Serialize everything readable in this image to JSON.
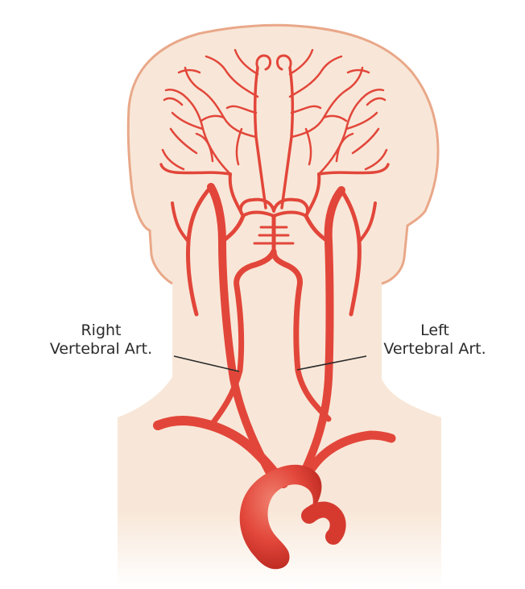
{
  "labels": {
    "right_vertebral": {
      "line1": "Right",
      "line2": "Vertebral Art."
    },
    "left_vertebral": {
      "line1": "Left",
      "line2": "Vertebral Art."
    }
  },
  "colors": {
    "skin_fill": "#f8e7d8",
    "skin_outline": "#e9a889",
    "artery": "#e2463a",
    "artery_dark": "#b8261e",
    "aorta_highlight": "#f0806e",
    "leader_line": "#2b2b2b",
    "background": "#ffffff"
  }
}
